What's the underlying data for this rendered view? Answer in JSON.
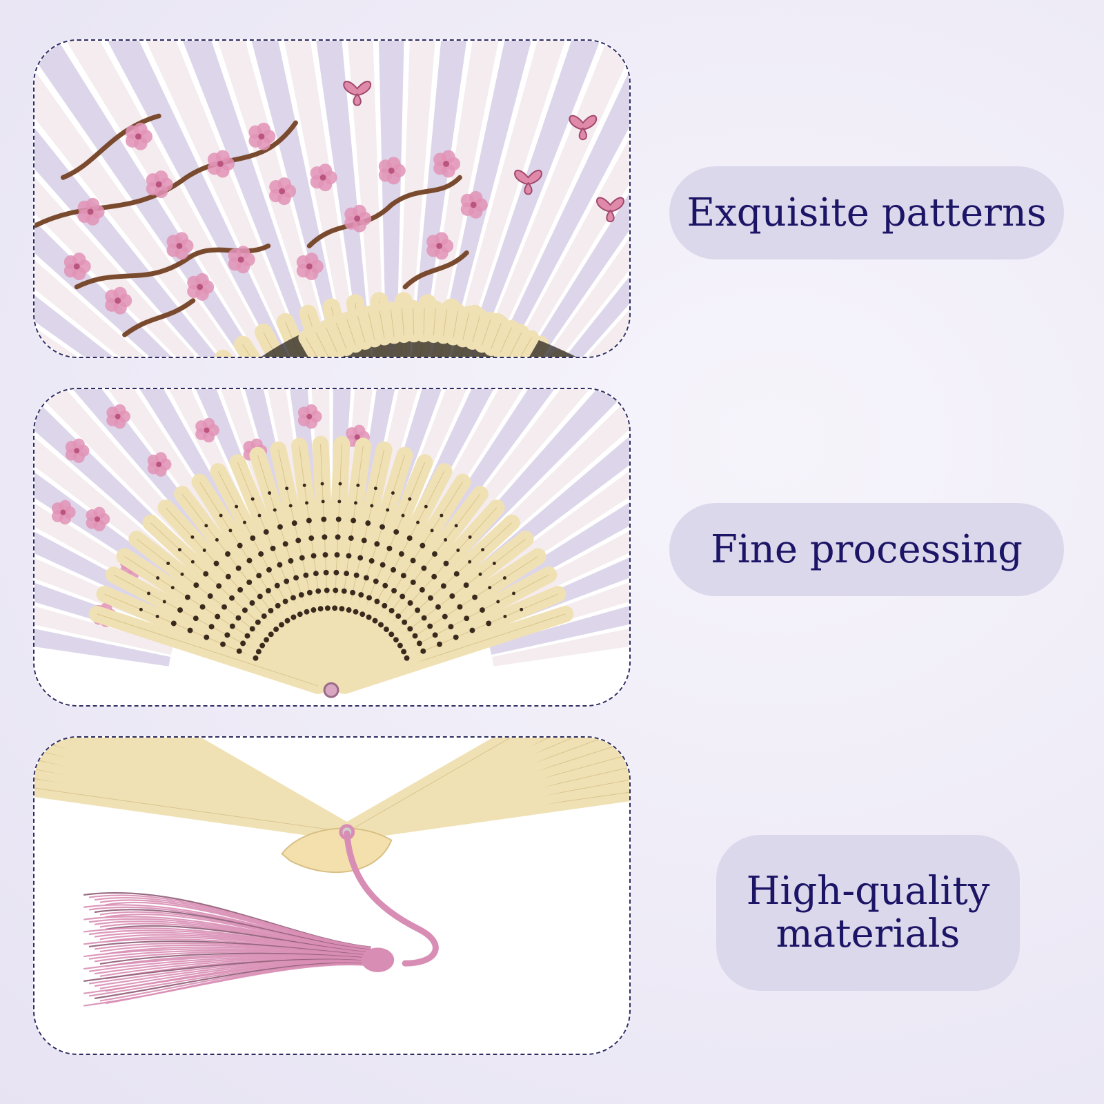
{
  "features": [
    {
      "label": "Exquisite patterns"
    },
    {
      "label": "Fine processing"
    },
    {
      "label": "High-quality",
      "label2": "materials"
    }
  ],
  "photos": [
    {
      "subject": "fan-leaf-cherry-blossom-closeup"
    },
    {
      "subject": "fan-bamboo-ribs-closeup"
    },
    {
      "subject": "fan-pivot-and-tassel-closeup"
    }
  ],
  "colors": {
    "text": "#1c1566",
    "pill": "#dcd8ec",
    "border": "#2c2a60",
    "silk": "#ddd6ea",
    "bamboo": "#f0e1b4",
    "blossom": "#e293b6",
    "branch": "#7a4a2e",
    "tassel": "#d88db4"
  }
}
